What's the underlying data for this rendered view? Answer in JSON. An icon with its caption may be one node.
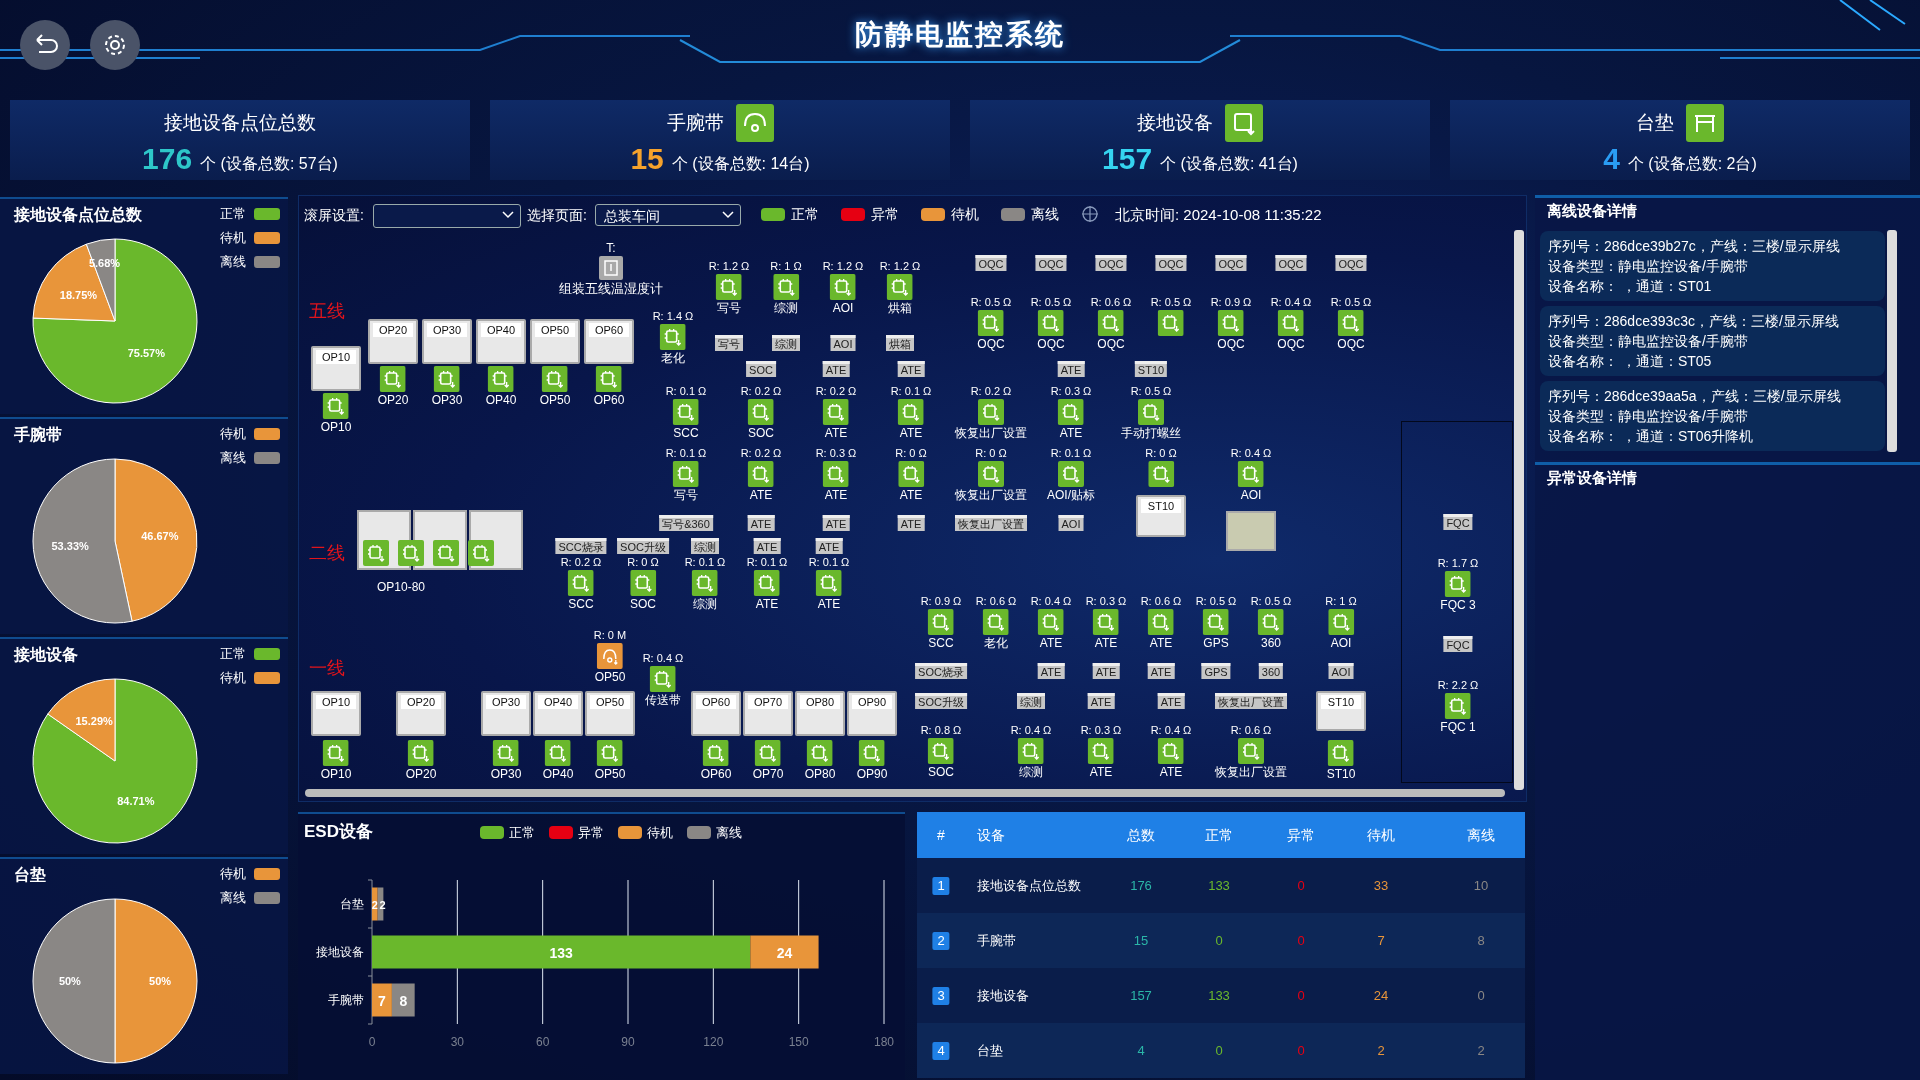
{
  "diagram": {
    "title": "防静电监控系统",
    "nodes": [
      {
        "text": [
          "接地设备点位总数",
          "176",
          "个 (设备总数: 57台)"
        ]
      },
      {
        "text": [
          "手腕带",
          "15",
          "个 (设备总数: 14台)"
        ]
      },
      {
        "text": [
          "接地设备",
          "157",
          "个 (设备总数: 41台)"
        ]
      },
      {
        "text": [
          "台垫",
          "4",
          "个 (设备总数: 2台)"
        ]
      },
      {
        "text": [],
        "shape": "box"
      },
      {
        "text": [
          "T:",
          "组装五线温湿度计"
        ],
        "in": 4
      },
      {
        "text": [
          "R: 1.2 Ω",
          "写号"
        ],
        "in": 4
      },
      {
        "text": [
          "R: 1 Ω",
          "综测"
        ],
        "in": 4
      },
      {
        "text": [
          "R: 1.2 Ω",
          "AOI"
        ],
        "in": 4
      },
      {
        "text": [
          "R: 1.2 Ω",
          "烘箱"
        ],
        "in": 4
      },
      {
        "text": [
          "写号"
        ],
        "in": 4
      },
      {
        "text": [
          "综测"
        ],
        "in": 4
      },
      {
        "text": [
          "AOI"
        ],
        "in": 4
      },
      {
        "text": [
          "烘箱"
        ],
        "in": 4
      },
      {
        "text": [
          "R: 1.4 Ω",
          "老化"
        ],
        "in": 4
      },
      {
        "text": [
          "OP10"
        ],
        "in": 4
      },
      {
        "text": [
          "OP20"
        ],
        "in": 4
      },
      {
        "text": [
          "OP30"
        ],
        "in": 4
      },
      {
        "text": [
          "OP40"
        ],
        "in": 4
      },
      {
        "text": [
          "OP50"
        ],
        "in": 4
      },
      {
        "text": [
          "OP60"
        ],
        "in": 4
      },
      {
        "text": [
          "OP10"
        ],
        "in": 4
      },
      {
        "text": [
          "OP20"
        ],
        "in": 4
      },
      {
        "text": [
          "OP30"
        ],
        "in": 4
      },
      {
        "text": [
          "OP40"
        ],
        "in": 4
      },
      {
        "text": [
          "OP50"
        ],
        "in": 4
      },
      {
        "text": [
          "OP60"
        ],
        "in": 4
      },
      {
        "text": [
          "OQC"
        ],
        "in": 4
      },
      {
        "text": [
          "OQC"
        ],
        "in": 4
      },
      {
        "text": [
          "OQC"
        ],
        "in": 4
      },
      {
        "text": [
          "OQC"
        ],
        "in": 4
      },
      {
        "text": [
          "OQC"
        ],
        "in": 4
      },
      {
        "text": [
          "OQC"
        ],
        "in": 4
      },
      {
        "text": [
          "OQC"
        ],
        "in": 4
      },
      {
        "text": [
          "R: 0.5 Ω",
          "OQC"
        ],
        "in": 4
      },
      {
        "text": [
          "R: 0.5 Ω",
          "OQC"
        ],
        "in": 4
      },
      {
        "text": [
          "R: 0.6 Ω",
          "OQC"
        ],
        "in": 4
      },
      {
        "text": [
          "R: 0.5 Ω"
        ],
        "in": 4
      },
      {
        "text": [
          "R: 0.9 Ω",
          "OQC"
        ],
        "in": 4
      },
      {
        "text": [
          "R: 0.4 Ω",
          "OQC"
        ],
        "in": 4
      },
      {
        "text": [
          "R: 0.5 Ω",
          "OQC"
        ],
        "in": 4
      },
      {
        "text": [
          "SOC"
        ],
        "in": 4
      },
      {
        "text": [
          "ATE"
        ],
        "in": 4
      },
      {
        "text": [
          "ATE"
        ],
        "in": 4
      },
      {
        "text": [
          "ATE"
        ],
        "in": 4
      },
      {
        "text": [
          "ST10"
        ],
        "in": 4
      },
      {
        "text": [
          "R: 0.1 Ω",
          "SCC"
        ],
        "in": 4
      },
      {
        "text": [
          "R: 0.2 Ω",
          "SOC"
        ],
        "in": 4
      },
      {
        "text": [
          "R: 0.2 Ω",
          "ATE"
        ],
        "in": 4
      },
      {
        "text": [
          "R: 0.1 Ω",
          "ATE"
        ],
        "in": 4
      },
      {
        "text": [
          "R: 0.2 Ω",
          "恢复出厂设置"
        ],
        "in": 4
      },
      {
        "text": [
          "R: 0.3 Ω",
          "ATE"
        ],
        "in": 4
      },
      {
        "text": [
          "R: 0.5 Ω",
          "手动打螺丝"
        ],
        "in": 4
      },
      {
        "text": [
          "R: 0.1 Ω",
          "写号"
        ],
        "in": 4
      },
      {
        "text": [
          "R: 0.2 Ω",
          "ATE"
        ],
        "in": 4
      },
      {
        "text": [
          "R: 0.3 Ω",
          "ATE"
        ],
        "in": 4
      },
      {
        "text": [
          "R: 0 Ω",
          "ATE"
        ],
        "in": 4
      },
      {
        "text": [
          "R: 0 Ω",
          "恢复出厂设置"
        ],
        "in": 4
      },
      {
        "text": [
          "R: 0.1 Ω",
          "AOI/贴标"
        ],
        "in": 4
      },
      {
        "text": [
          "R: 0 Ω"
        ],
        "in": 4
      },
      {
        "text": [
          "R: 0.4 Ω",
          "AOI"
        ],
        "in": 4
      },
      {
        "text": [
          "ST10"
        ],
        "in": 4
      },
      {
        "text": [],
        "shape": "box",
        "in": 4
      },
      {
        "text": [
          "写号&360"
        ],
        "in": 4
      },
      {
        "text": [
          "ATE"
        ],
        "in": 4
      },
      {
        "text": [
          "ATE"
        ],
        "in": 4
      },
      {
        "text": [
          "ATE"
        ],
        "in": 4
      },
      {
        "text": [
          "恢复出厂设置"
        ],
        "in": 4
      },
      {
        "text": [
          "AOI"
        ],
        "in": 4
      },
      {
        "text": [
          "SCC烧录"
        ],
        "in": 4
      },
      {
        "text": [
          "SOC升级"
        ],
        "in": 4
      },
      {
        "text": [
          "综测"
        ],
        "in": 4
      },
      {
        "text": [
          "ATE"
        ],
        "in": 4
      },
      {
        "text": [
          "ATE"
        ],
        "in": 4
      },
      {
        "text": [
          "OP10-80"
        ],
        "in": 4
      },
      {
        "text": [],
        "shape": "box",
        "in": 74
      },
      {
        "text": [],
        "shape": "box",
        "in": 74
      },
      {
        "text": [],
        "shape": "box",
        "in": 74
      },
      {
        "text": [],
        "shape": "box",
        "in": 74
      },
      {
        "text": [
          "R: 0.2 Ω",
          "SCC"
        ],
        "in": 4
      },
      {
        "text": [
          "R: 0 Ω",
          "SOC"
        ],
        "in": 4
      },
      {
        "text": [
          "R: 0.1 Ω",
          "综测"
        ],
        "in": 4
      },
      {
        "text": [
          "R: 0.1 Ω",
          "ATE"
        ],
        "in": 4
      },
      {
        "text": [
          "R: 0.1 Ω",
          "ATE"
        ],
        "in": 4
      },
      {
        "text": [
          "R: 0 M",
          "OP50"
        ],
        "in": 4
      },
      {
        "text": [
          "R: 0.4 Ω",
          "传送带"
        ],
        "in": 4
      },
      {
        "text": [
          "OP10"
        ],
        "in": 4
      },
      {
        "text": [
          "OP20"
        ],
        "in": 4
      },
      {
        "text": [
          "OP30"
        ],
        "in": 4
      },
      {
        "text": [
          "OP40"
        ],
        "in": 4
      },
      {
        "text": [
          "OP50"
        ],
        "in": 4
      },
      {
        "text": [
          "OP60"
        ],
        "in": 4
      },
      {
        "text": [
          "OP70"
        ],
        "in": 4
      },
      {
        "text": [
          "OP80"
        ],
        "in": 4
      },
      {
        "text": [
          "OP90"
        ],
        "in": 4
      },
      {
        "text": [
          "OP10"
        ],
        "in": 4
      },
      {
        "text": [
          "OP20"
        ],
        "in": 4
      },
      {
        "text": [
          "OP30"
        ],
        "in": 4
      },
      {
        "text": [
          "OP40"
        ],
        "in": 4
      },
      {
        "text": [
          "OP50"
        ],
        "in": 4
      },
      {
        "text": [
          "OP60"
        ],
        "in": 4
      },
      {
        "text": [
          "OP70"
        ],
        "in": 4
      },
      {
        "text": [
          "OP80"
        ],
        "in": 4
      },
      {
        "text": [
          "OP90"
        ],
        "in": 4
      },
      {
        "text": [
          "R: 0.9 Ω",
          "SCC"
        ],
        "in": 4
      },
      {
        "text": [
          "R: 0.6 Ω",
          "老化"
        ],
        "in": 4
      },
      {
        "text": [
          "R: 0.4 Ω",
          "ATE"
        ],
        "in": 4
      },
      {
        "text": [
          "R: 0.3 Ω",
          "ATE"
        ],
        "in": 4
      },
      {
        "text": [
          "R: 0.6 Ω",
          "ATE"
        ],
        "in": 4
      },
      {
        "text": [
          "R: 0.5 Ω",
          "GPS"
        ],
        "in": 4
      },
      {
        "text": [
          "R: 0.5 Ω",
          "360"
        ],
        "in": 4
      },
      {
        "text": [
          "R: 1 Ω",
          "AOI"
        ],
        "in": 4
      },
      {
        "text": [
          "SOC烧录"
        ],
        "in": 4
      },
      {
        "text": [
          "ATE"
        ],
        "in": 4
      },
      {
        "text": [
          "ATE"
        ],
        "in": 4
      },
      {
        "text": [
          "ATE"
        ],
        "in": 4
      },
      {
        "text": [
          "GPS"
        ],
        "in": 4
      },
      {
        "text": [
          "360"
        ],
        "in": 4
      },
      {
        "text": [
          "AOI"
        ],
        "in": 4
      },
      {
        "text": [
          "SOC升级"
        ],
        "in": 4
      },
      {
        "text": [
          "综测"
        ],
        "in": 4
      },
      {
        "text": [
          "ATE"
        ],
        "in": 4
      },
      {
        "text": [
          "ATE"
        ],
        "in": 4
      },
      {
        "text": [
          "恢复出厂设置"
        ],
        "in": 4
      },
      {
        "text": [
          "R: 0.8 Ω",
          "SOC"
        ],
        "in": 4
      },
      {
        "text": [
          "R: 0.4 Ω",
          "综测"
        ],
        "in": 4
      },
      {
        "text": [
          "R: 0.3 Ω",
          "ATE"
        ],
        "in": 4
      },
      {
        "text": [
          "R: 0.4 Ω",
          "ATE"
        ],
        "in": 4
      },
      {
        "text": [
          "R: 0.6 Ω",
          "恢复出厂设置"
        ],
        "in": 4
      },
      {
        "text": [
          "ST10"
        ],
        "in": 4
      },
      {
        "text": [
          "ST10"
        ],
        "in": 4
      },
      {
        "text": [],
        "shape": "box",
        "in": 4
      },
      {
        "text": [
          "FQC"
        ],
        "in": 131
      },
      {
        "text": [
          "R: 1.7 Ω",
          "FQC 3"
        ],
        "in": 131
      },
      {
        "text": [
          "FQC"
        ],
        "in": 131
      },
      {
        "text": [
          "R: 2.2 Ω",
          "FQC 1"
        ],
        "in": 131
      },
      {
        "text": [
          "离线设备详情"
        ]
      },
      {
        "text": [
          "序列号：286dce39b27c，产线：三楼/显示屏线",
          "设备类型：静电监控设备/手腕带",
          "设备名称： ，通道：ST01"
        ],
        "in": 136
      },
      {
        "text": [
          "序列号：286dce393c3c，产线：三楼/显示屏线",
          "设备类型：静电监控设备/手腕带",
          "设备名称： ，通道：ST05"
        ],
        "in": 136
      },
      {
        "text": [
          "序列号：286dce39aa5a，产线：三楼/显示屏线",
          "设备类型：静电监控设备/手腕带",
          "设备名称： ，通道：ST06升降机"
        ],
        "in": 136
      },
      {
        "text": [
          "异常设备详情"
        ]
      }
    ],
    "labels": [
      "滚屏设置:",
      "选择页面:",
      "总装车间",
      "北京时间: 2024-10-08 11:35:22",
      "五线",
      "二线",
      "一线",
      "#",
      "设备",
      "总数",
      "正常",
      "异常",
      "待机",
      "离线",
      "1",
      "接地设备点位总数",
      "176",
      "133",
      "0",
      "33",
      "10",
      "2",
      "手腕带",
      "15",
      "0",
      "0",
      "7",
      "8",
      "3",
      "接地设备",
      "157",
      "133",
      "0",
      "24",
      "0",
      "4",
      "台垫",
      "4",
      "0",
      "0",
      "2",
      "2"
    ],
    "legend": [
      {
        "text": "正常",
        "color": "#6ab82c"
      },
      {
        "text": "异常",
        "color": "#e60012"
      },
      {
        "text": "待机",
        "color": "#e8953a"
      },
      {
        "text": "离线",
        "color": "#8a8785"
      }
    ],
    "chart_data": [
      {
        "type": "pie",
        "title": "接地设备点位总数",
        "legend": "right",
        "categories": [
          "正常",
          "待机",
          "离线"
        ],
        "values": [
          75.57,
          18.75,
          5.68
        ],
        "colors": [
          "#6ab82c",
          "#e8953a",
          "#8a8785"
        ],
        "value_labels": [
          "75.57%",
          "18.75%",
          "5.68%"
        ]
      },
      {
        "type": "pie",
        "title": "手腕带",
        "legend": "right",
        "categories": [
          "待机",
          "离线"
        ],
        "values": [
          46.67,
          53.33
        ],
        "colors": [
          "#e8953a",
          "#8a8785"
        ],
        "value_labels": [
          "46.67%",
          "53.33%"
        ]
      },
      {
        "type": "pie",
        "title": "接地设备",
        "legend": "right",
        "categories": [
          "正常",
          "待机"
        ],
        "values": [
          84.71,
          15.29
        ],
        "colors": [
          "#6ab82c",
          "#e8953a"
        ],
        "value_labels": [
          "84.71%",
          "15.29%"
        ]
      },
      {
        "type": "pie",
        "title": "台垫",
        "legend": "right",
        "categories": [
          "待机",
          "离线"
        ],
        "values": [
          50,
          50
        ],
        "colors": [
          "#e8953a",
          "#8a8785"
        ],
        "value_labels": [
          "50%",
          "50%"
        ]
      },
      {
        "type": "bar",
        "title": "ESD设备",
        "orientation": "horizontal",
        "stacked": true,
        "grid": true,
        "legend": "top",
        "categories": [
          "台垫",
          "接地设备",
          "手腕带"
        ],
        "xlim": [
          0,
          180
        ],
        "xticks": [
          0,
          30,
          60,
          90,
          120,
          150,
          180
        ],
        "series": [
          {
            "name": "正常",
            "color": "#6ab82c",
            "values": [
              0,
              133,
              0
            ],
            "value_labels": [
              null,
              "133",
              null
            ]
          },
          {
            "name": "异常",
            "color": "#e60012",
            "values": [
              0,
              0,
              0
            ],
            "value_labels": [
              null,
              null,
              null
            ]
          },
          {
            "name": "待机",
            "color": "#e8953a",
            "values": [
              2,
              24,
              7
            ],
            "value_labels": [
              "2",
              "24",
              "7"
            ]
          },
          {
            "name": "离线",
            "color": "#8a8785",
            "values": [
              2,
              0,
              8
            ],
            "value_labels": [
              "2",
              null,
              "8"
            ]
          }
        ]
      }
    ]
  }
}
